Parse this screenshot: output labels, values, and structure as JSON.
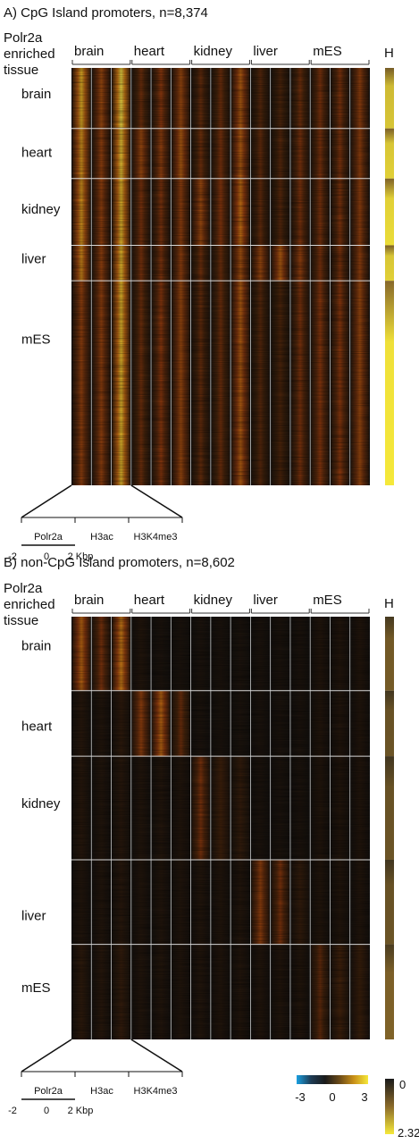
{
  "panels": [
    {
      "title": "A) CpG Island promoters, n=8,374",
      "row_header": "Polr2a enriched tissue",
      "row_header_lines": [
        "Polr2a",
        "enriched",
        "tissue"
      ],
      "column_groups": [
        "brain",
        "heart",
        "kidney",
        "liver",
        "mES"
      ],
      "row_groups": [
        "brain",
        "heart",
        "kidney",
        "liver",
        "mES"
      ],
      "entropy_label": "H",
      "marks": [
        "Polr2a",
        "H3ac",
        "H3K4me3"
      ],
      "axis_ticks": [
        "-2",
        "0",
        "2 Kbp"
      ]
    },
    {
      "title": "B) non-CpG Island promoters, n=8,602",
      "row_header": "Polr2a enriched tissue",
      "row_header_lines": [
        "Polr2a",
        "enriched",
        "tissue"
      ],
      "column_groups": [
        "brain",
        "heart",
        "kidney",
        "liver",
        "mES"
      ],
      "row_groups": [
        "brain",
        "heart",
        "kidney",
        "liver",
        "mES"
      ],
      "entropy_label": "H",
      "marks": [
        "Polr2a",
        "H3ac",
        "H3K4me3"
      ],
      "axis_ticks": [
        "-2",
        "0",
        "2 Kbp"
      ]
    }
  ],
  "color_legend": {
    "ticks": [
      "-3",
      "0",
      "3"
    ],
    "colors": [
      "#1a9fe0",
      "#1e3c55",
      "#1a1a1a",
      "#6a4a18",
      "#c99018",
      "#f5e83a"
    ]
  },
  "entropy_legend": {
    "ticks": [
      "0",
      "2.32"
    ],
    "colors": [
      "#1a1a1a",
      "#8a6a2a",
      "#f5e83a"
    ]
  },
  "chart_data": [
    {
      "type": "heatmap",
      "title": "A) CpG Island promoters, n=8,374",
      "column_groups": [
        "brain",
        "heart",
        "kidney",
        "liver",
        "mES"
      ],
      "columns_per_group": [
        "Polr2a",
        "H3ac",
        "H3K4me3"
      ],
      "row_groups": [
        "brain",
        "heart",
        "kidney",
        "liver",
        "mES"
      ],
      "x_range_kbp": [
        -2,
        2
      ],
      "color_range": [
        -3,
        3
      ],
      "cluster_intensity": [
        [
          2.5,
          1.6,
          2.9,
          1.2,
          1.4,
          1.6,
          1.1,
          1.2,
          1.8,
          1.0,
          0.9,
          1.2,
          1.3,
          1.3,
          1.5
        ],
        [
          2.3,
          1.5,
          2.7,
          1.6,
          1.5,
          1.8,
          1.2,
          1.3,
          1.8,
          1.1,
          1.0,
          1.3,
          1.3,
          1.3,
          1.5
        ],
        [
          2.3,
          1.5,
          2.6,
          1.3,
          1.3,
          1.5,
          1.6,
          1.4,
          2.0,
          1.1,
          1.0,
          1.3,
          1.3,
          1.3,
          1.5
        ],
        [
          2.2,
          1.5,
          2.6,
          1.3,
          1.3,
          1.5,
          1.2,
          1.2,
          1.7,
          1.6,
          1.8,
          1.5,
          1.3,
          1.3,
          1.5
        ],
        [
          1.5,
          1.5,
          2.6,
          1.2,
          1.4,
          1.6,
          1.1,
          1.2,
          1.8,
          1.0,
          0.9,
          1.3,
          1.4,
          1.4,
          1.6
        ]
      ],
      "row_fractions": [
        0.145,
        0.12,
        0.16,
        0.085,
        0.49
      ],
      "entropy": [
        1.9,
        2.0,
        2.1,
        2.0,
        2.25
      ]
    },
    {
      "type": "heatmap",
      "title": "B) non-CpG Island promoters, n=8,602",
      "column_groups": [
        "brain",
        "heart",
        "kidney",
        "liver",
        "mES"
      ],
      "columns_per_group": [
        "Polr2a",
        "H3ac",
        "H3K4me3"
      ],
      "row_groups": [
        "brain",
        "heart",
        "kidney",
        "liver",
        "mES"
      ],
      "x_range_kbp": [
        -2,
        2
      ],
      "color_range": [
        -3,
        3
      ],
      "cluster_intensity": [
        [
          1.9,
          1.3,
          2.1,
          0.3,
          0.2,
          0.2,
          0.2,
          0.2,
          0.2,
          0.2,
          0.2,
          0.2,
          0.3,
          0.3,
          0.3
        ],
        [
          0.4,
          0.3,
          0.5,
          1.5,
          1.9,
          1.2,
          0.2,
          0.2,
          0.2,
          0.2,
          0.2,
          0.2,
          0.3,
          0.3,
          0.3
        ],
        [
          0.4,
          0.3,
          0.4,
          0.3,
          0.3,
          0.3,
          1.3,
          0.8,
          0.6,
          0.2,
          0.2,
          0.2,
          0.3,
          0.3,
          0.3
        ],
        [
          0.3,
          0.3,
          0.4,
          0.3,
          0.3,
          0.3,
          0.3,
          0.3,
          0.3,
          1.5,
          1.3,
          0.6,
          0.3,
          0.3,
          0.3
        ],
        [
          0.5,
          0.4,
          0.6,
          0.3,
          0.3,
          0.3,
          0.3,
          0.3,
          0.3,
          0.3,
          0.3,
          0.3,
          1.1,
          0.8,
          0.7
        ]
      ],
      "row_fractions": [
        0.175,
        0.155,
        0.245,
        0.2,
        0.225
      ],
      "entropy": [
        0.9,
        0.8,
        0.8,
        0.8,
        1.0
      ]
    }
  ]
}
